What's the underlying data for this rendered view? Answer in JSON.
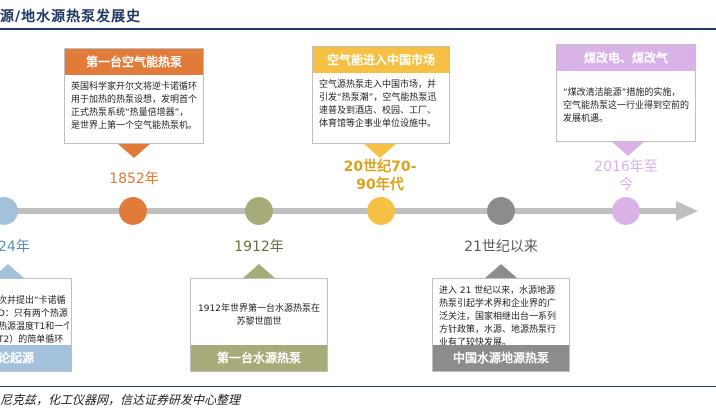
{
  "header": {
    "title": "源/地水源热泵发展史"
  },
  "footer": {
    "source": "尼克兹，化工仪器网，信达证券研发中心整理"
  },
  "colors": {
    "orange": "#e07b39",
    "yellow": "#f5c044",
    "purple": "#d9b3e8",
    "olive": "#a7ab7a",
    "blue": "#a3c1da",
    "gray": "#8c8c8c",
    "olive_text": "#6b6e3a",
    "gray_text": "#5a5a5a"
  },
  "timeline": [
    {
      "year": "24年"
    },
    {
      "year": "1852年"
    },
    {
      "year": "1912年"
    },
    {
      "year": "20世纪70-90年代"
    },
    {
      "year": "21世纪以来"
    },
    {
      "year": "2016年至今"
    }
  ],
  "cards": {
    "left_partial": {
      "body": [
        "次并提出“卡诺循",
        "D：只有两个热源",
        "热源温度T1和一个",
        "T2）的简单循环"
      ],
      "title": "论起源"
    },
    "first_air_source": {
      "title": "第一台空气能热泵",
      "body": "英国科学家开尔文将逆卡诺循环用于加热的热泵设想，发明首个正式热泵系统“热量倍增器”，是世界上第一个空气能热泵机。"
    },
    "air_source_china": {
      "title": "空气能进入中国市场",
      "body": "空气源热泵走入中国市场，并引发“热泵潮”，空气能热泵迅速普及到酒店、校园、工厂、体育馆等企事业单位设施中。"
    },
    "coal_to_electric": {
      "title": "煤改电、煤改气",
      "body": "“煤改清洁能源”措施的实施，空气能热泵这一行业得到空前的发展机遇。"
    },
    "first_water_source": {
      "title": "第一台水源热泵",
      "body": "1912年世界第一台水源热泵在苏黎世面世"
    },
    "china_water_ground": {
      "title": "中国水源地源热泵",
      "body": "进入 21 世纪以来，水源地源热泵引起学术界和企业界的广泛关注，国家相继出台一系列方针政策，水源、地源热泵行业有了较快发展。"
    }
  }
}
